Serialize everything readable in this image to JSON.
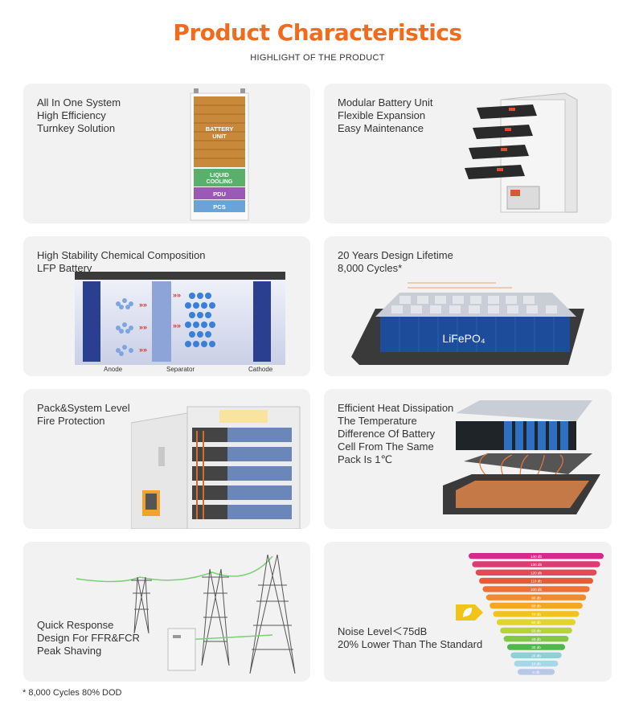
{
  "header": {
    "title": "Product Characteristics",
    "subtitle": "HIGHLIGHT OF THE PRODUCT"
  },
  "cards": [
    {
      "lines": [
        "All In One System",
        "High Efficiency",
        "Turnkey Solution"
      ],
      "image_labels": {
        "battery_1": "BATTERY",
        "battery_2": "UNIT",
        "cooling_1": "LIQUID",
        "cooling_2": "COOLING",
        "pdu": "PDU",
        "pcs": "PCS"
      }
    },
    {
      "lines": [
        "Modular Battery Unit",
        "Flexible Expansion",
        "Easy Maintenance"
      ]
    },
    {
      "lines": [
        "High Stability Chemical Composition",
        "LFP Battery"
      ],
      "image_labels": {
        "anode": "Anode",
        "separator": "Separator",
        "cathode": "Cathode"
      }
    },
    {
      "lines": [
        "20 Years Design Lifetime",
        "8,000 Cycles*"
      ],
      "image_labels": {
        "chem": "LiFePO₄"
      }
    },
    {
      "lines": [
        "Pack&System Level",
        "Fire Protection"
      ]
    },
    {
      "lines": [
        "Efficient Heat Dissipation",
        "The Temperature",
        "Difference Of Battery",
        "Cell From The Same",
        "Pack Is 1℃"
      ]
    },
    {
      "lines": [
        "Quick Response",
        "Design For FFR&FCR",
        "Peak Shaving"
      ]
    },
    {
      "lines": [
        "Noise Level＜75dB",
        "20% Lower Than The Standard"
      ],
      "noise_levels": [
        {
          "label": "140 db",
          "color": "#d8288c"
        },
        {
          "label": "130 db",
          "color": "#df3a74"
        },
        {
          "label": "120 db",
          "color": "#e44a55"
        },
        {
          "label": "110 db",
          "color": "#e95a3b"
        },
        {
          "label": "100 db",
          "color": "#ee7033"
        },
        {
          "label": "90 db",
          "color": "#f28a2c"
        },
        {
          "label": "80 db",
          "color": "#f5a623"
        },
        {
          "label": "70 db",
          "color": "#f4c21c"
        },
        {
          "label": "60 db",
          "color": "#e2d52a"
        },
        {
          "label": "50 db",
          "color": "#b6d43a"
        },
        {
          "label": "40 db",
          "color": "#84c744"
        },
        {
          "label": "30 db",
          "color": "#4fb84c"
        },
        {
          "label": "20 db",
          "color": "#8fd0d6"
        },
        {
          "label": "10 db",
          "color": "#a7d6ea"
        },
        {
          "label": "0 db",
          "color": "#b8c7e8"
        }
      ]
    }
  ],
  "footnote": "* 8,000 Cycles 80% DOD",
  "colors": {
    "accent": "#f26a1b",
    "card_bg": "#f2f2f2",
    "battery_blue": "#1c4c9a"
  }
}
